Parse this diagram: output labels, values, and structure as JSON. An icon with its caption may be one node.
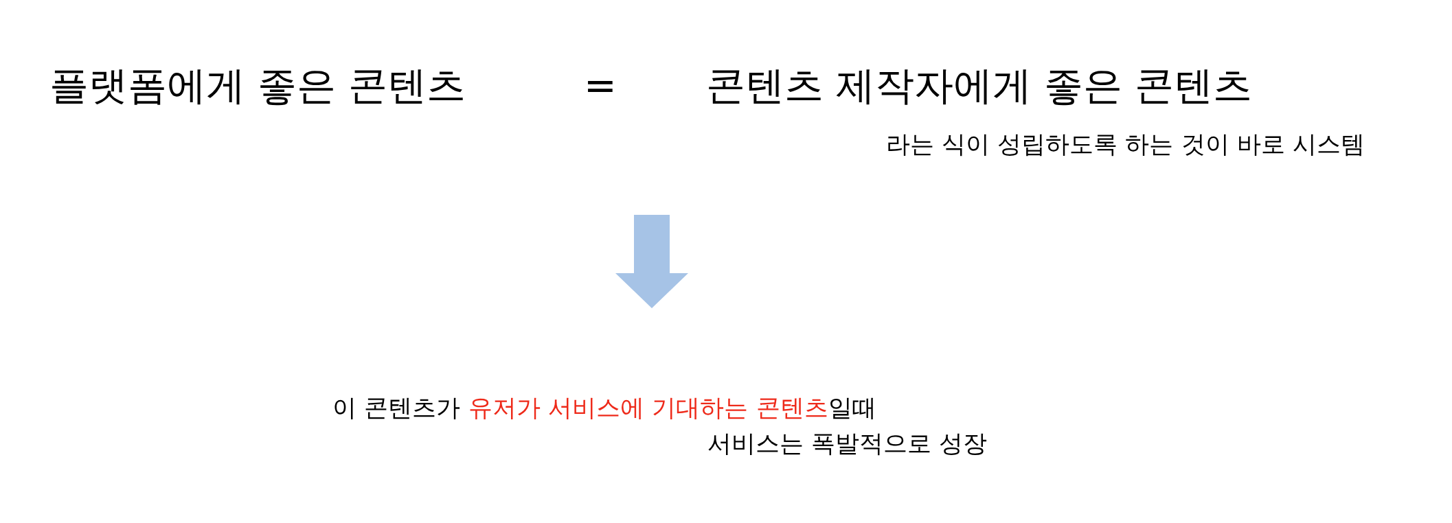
{
  "diagram": {
    "nodes": [
      {
        "text": [
          "플랫폼에게 좋은 콘텐츠",
          "=",
          "콘텐츠 제작자에게 좋은 콘텐츠",
          "라는 식이 성립하도록 하는 것이 바로 시스템"
        ]
      },
      {
        "text": [
          "이 콘텐츠가",
          "유저가 서비스에 기대하는 콘텐츠",
          "일때",
          "서비스는 폭발적으로 성장"
        ]
      }
    ],
    "edges": [
      {
        "from": 0,
        "to": 1,
        "arrow": "to",
        "style": "thick",
        "color": "#a6c3e6"
      }
    ]
  }
}
